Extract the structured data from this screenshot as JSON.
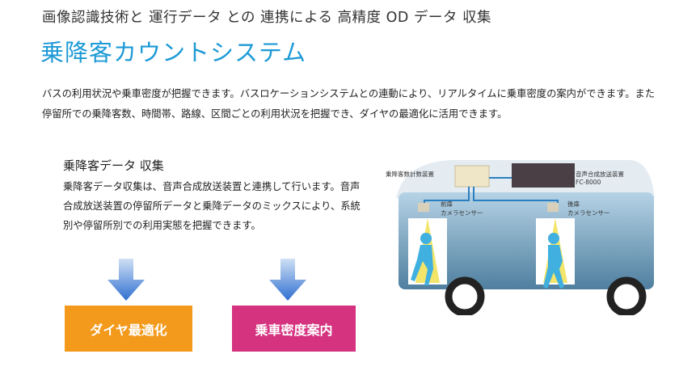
{
  "header": {
    "tagline": "画像認識技術と 運行データ との 連携による 高精度 OD データ 収集",
    "title": "乗降客カウントシステム"
  },
  "intro": "バスの利用状況や乗車密度が把握できます。バスロケーションシステムとの連動により、リアルタイムに乗車密度の案内ができます。また停留所での乗降客数、時間帯、路線、区間ごとの利用状況を把握でき、ダイヤの最適化に活用できます。",
  "section": {
    "heading": "乗降客データ 収集",
    "body": "乗降客データ収集は、音声合成放送装置と連携して行います。音声合成放送装置の停留所データと乗降データのミックスにより、系統別や停留所別での利用実態を把握できます。"
  },
  "buttons": [
    {
      "label": "ダイヤ最適化",
      "color": "#f39a1c"
    },
    {
      "label": "乗車密度案内",
      "color": "#d5337f"
    }
  ],
  "diagram": {
    "counter": "乗降客数計数装置",
    "announcer": "音声合成放送装置",
    "announcer_model": "FC-8000",
    "front_door": "前扉",
    "rear_door": "後扉",
    "camera": "カメラセンサー"
  }
}
